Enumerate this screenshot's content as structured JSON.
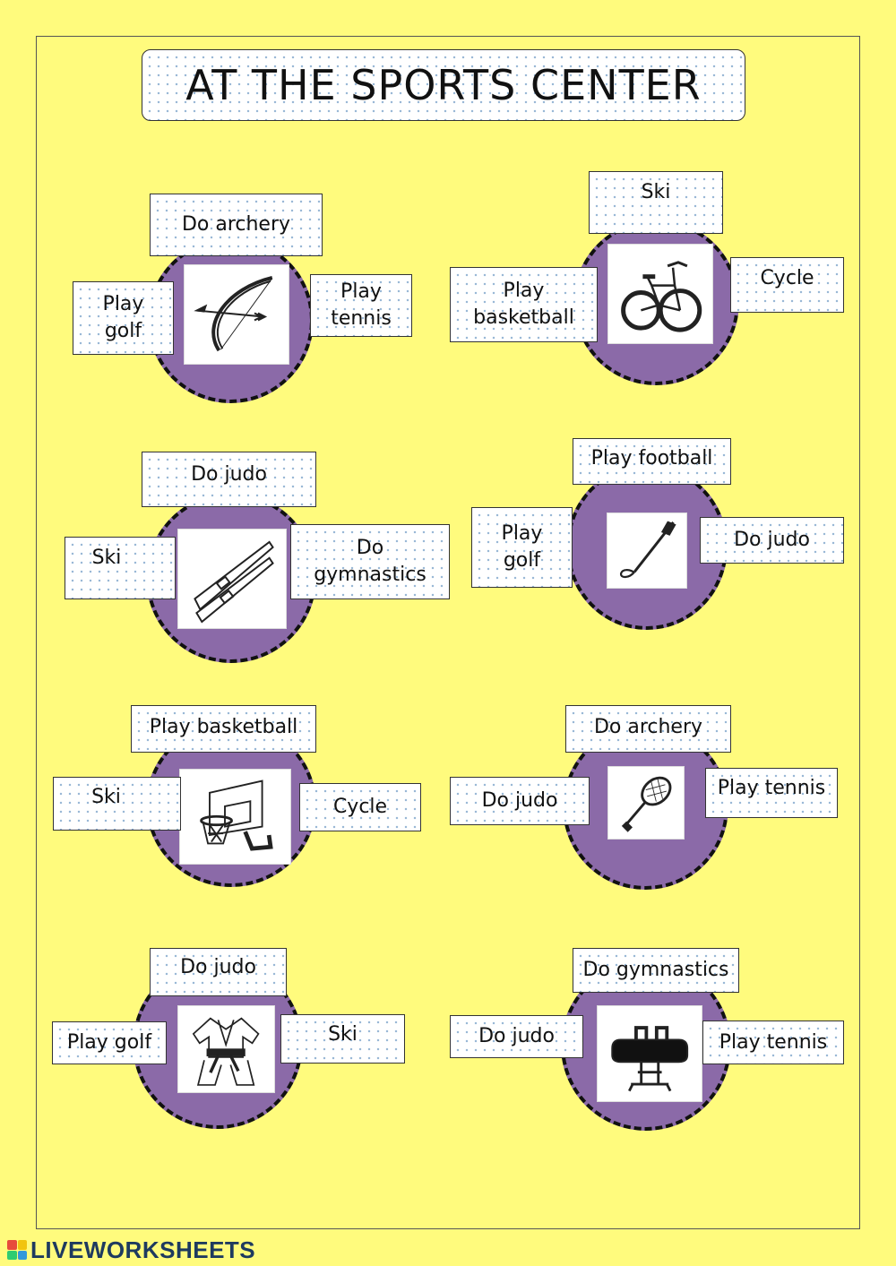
{
  "title": "AT THE SPORTS CENTER",
  "footer": "LIVEWORKSHEETS",
  "colors": {
    "background": "#fffb7d",
    "circle": "#8b6aa8",
    "label_dots": "#9ab8d6"
  },
  "groups": [
    {
      "image": "bow-and-arrow-icon",
      "top": "Do archery",
      "left": "Play golf",
      "right": "Play tennis"
    },
    {
      "image": "bicycle-icon",
      "top": "Ski",
      "left": "Play basketball",
      "right": "Cycle"
    },
    {
      "image": "skis-icon",
      "top": "Do judo",
      "left": "Ski",
      "right": "Do gymnastics"
    },
    {
      "image": "golf-club-icon",
      "top": "Play football",
      "left": "Play golf",
      "right": "Do judo"
    },
    {
      "image": "basketball-hoop-icon",
      "top": "Play basketball",
      "left": "Ski",
      "right": "Cycle"
    },
    {
      "image": "tennis-racket-icon",
      "top": "Do archery",
      "left": "Do judo",
      "right": "Play tennis"
    },
    {
      "image": "judo-gi-icon",
      "top": "Do judo",
      "left": "Play golf",
      "right": "Ski"
    },
    {
      "image": "pommel-horse-icon",
      "top": "Do gymnastics",
      "left": "Do judo",
      "right": "Play tennis"
    }
  ]
}
